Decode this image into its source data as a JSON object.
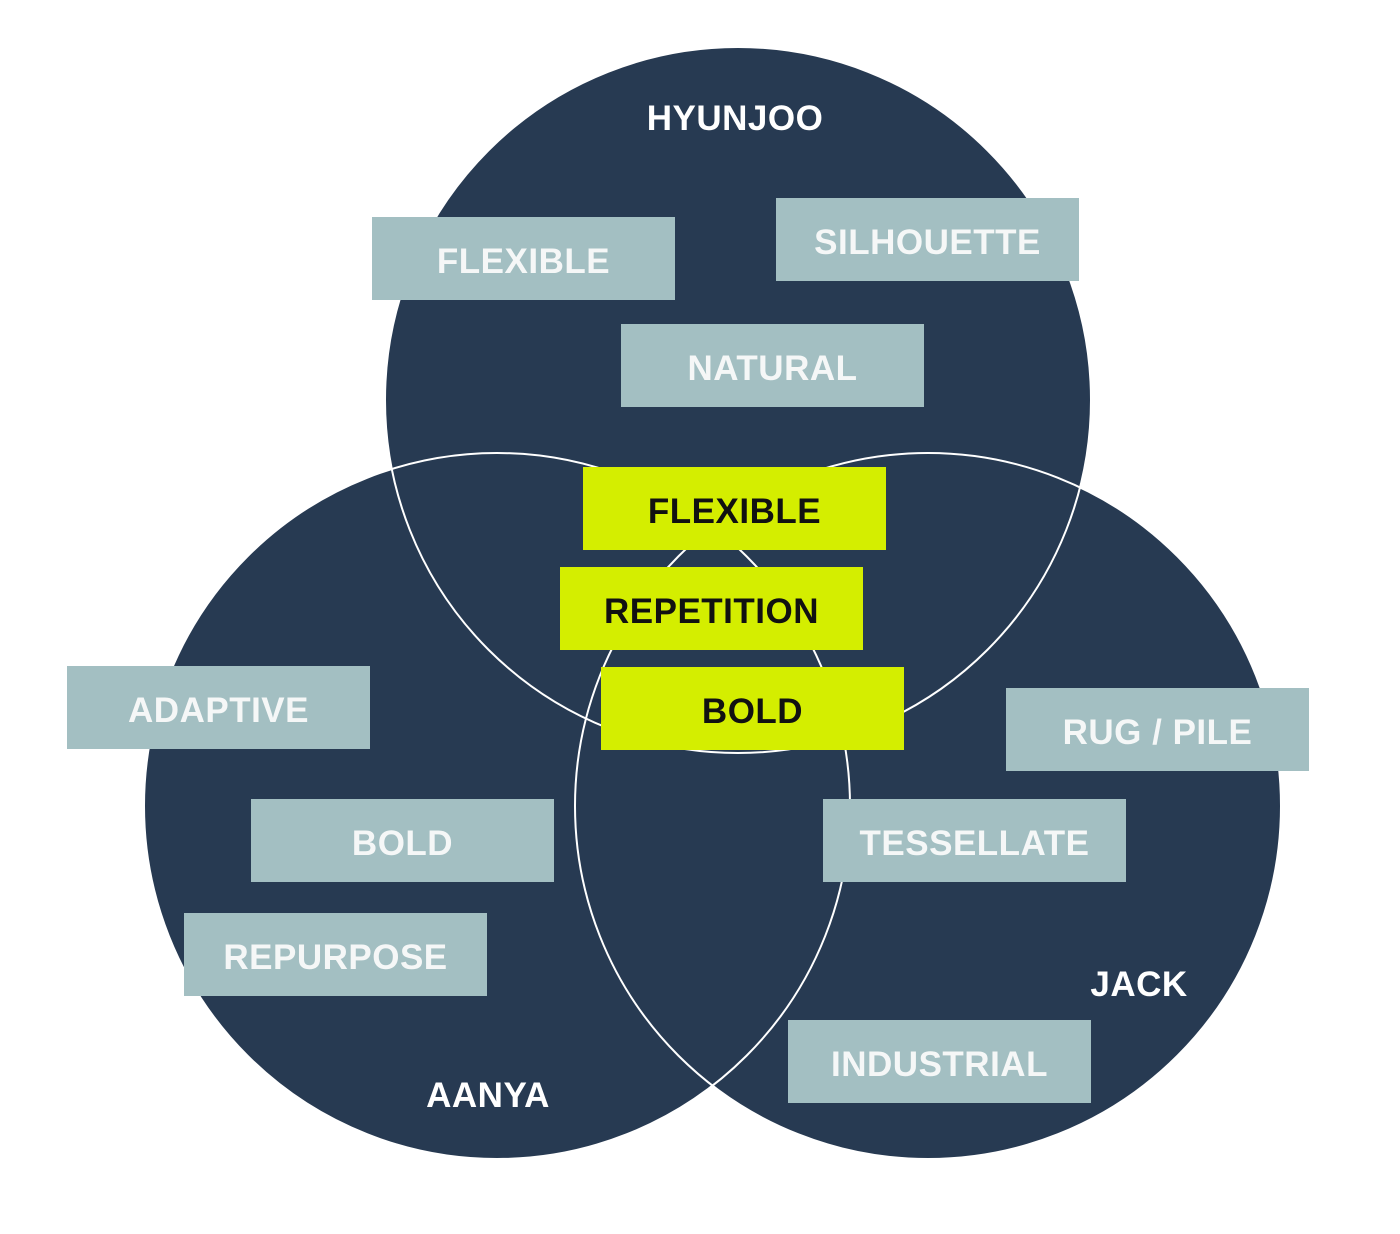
{
  "colors": {
    "circle": "#273a52",
    "circle_stroke": "#ffffff",
    "term": "#a3bfc2",
    "shared": "#d4ee00"
  },
  "sets": [
    {
      "name": "HYUNJOO",
      "terms": [
        "FLEXIBLE",
        "SILHOUETTE",
        "NATURAL"
      ]
    },
    {
      "name": "AANYA",
      "terms": [
        "ADAPTIVE",
        "BOLD",
        "REPURPOSE"
      ]
    },
    {
      "name": "JACK",
      "terms": [
        "RUG / PILE",
        "TESSELLATE",
        "INDUSTRIAL"
      ]
    }
  ],
  "shared_terms": [
    "FLEXIBLE",
    "REPETITION",
    "BOLD"
  ]
}
